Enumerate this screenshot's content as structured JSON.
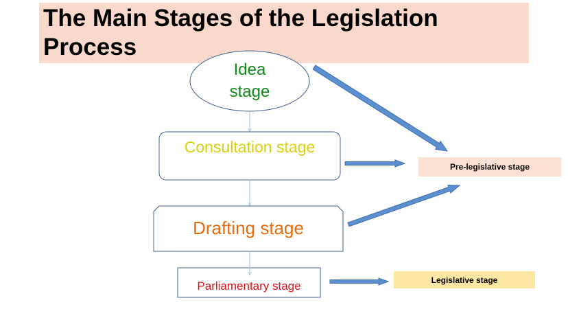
{
  "title": "The Main Stages of the Legislation\nProcess",
  "stages": {
    "idea": {
      "label": "Idea\nstage",
      "color": "#138a1a"
    },
    "consultation": {
      "label": "Consultation stage",
      "color": "#d9cf0a"
    },
    "drafting": {
      "label": "Drafting stage",
      "color": "#e66b10"
    },
    "parliamentary": {
      "label": "Parliamentary stage",
      "color": "#e0101a"
    }
  },
  "tags": {
    "pre_legislative": {
      "label": "Pre-legislative stage",
      "background": "#fbe0d3"
    },
    "legislative": {
      "label": "Legislative stage",
      "background": "#fbe6a4"
    }
  },
  "colors": {
    "arrow_fill": "#5b8fce",
    "arrow_stroke": "#3f6fae",
    "shape_stroke": "#3f5f8f",
    "connector": "#9fbfe0"
  }
}
